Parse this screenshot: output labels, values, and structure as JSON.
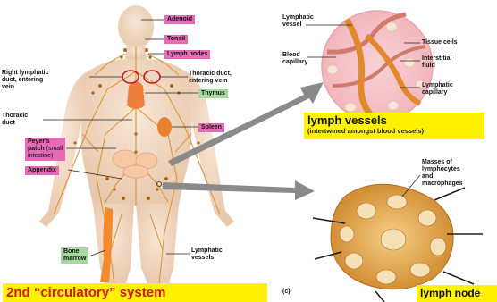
{
  "left_figure": {
    "labels_pink": {
      "adenoid": "Adenoid",
      "tonsil": "Tonsil",
      "lymph_nodes": "Lymph nodes",
      "spleen": "Spleen",
      "peyers_patch_title": "Peyer's",
      "peyers_patch_title2": "patch",
      "peyers_patch_sub": "(small",
      "peyers_patch_sub2": "intestine)",
      "appendix": "Appendix"
    },
    "labels_green": {
      "thymus": "Thymus",
      "bone_marrow_1": "Bone",
      "bone_marrow_2": "marrow"
    },
    "labels_plain": {
      "right_lymphatic_1": "Right lymphatic",
      "right_lymphatic_2": "duct, entering",
      "right_lymphatic_3": "vein",
      "thoracic_duct_entering_1": "Thoracic duct,",
      "thoracic_duct_entering_2": "entering vein",
      "thoracic_duct_1": "Thoracic",
      "thoracic_duct_2": "duct",
      "lymphatic_vessels_1": "Lymphatic",
      "lymphatic_vessels_2": "vessels"
    }
  },
  "vessel_figure": {
    "lymphatic_vessel_1": "Lymphatic",
    "lymphatic_vessel_2": "vessel",
    "blood_capillary_1": "Blood",
    "blood_capillary_2": "capillary",
    "tissue_cells": "Tissue cells",
    "interstitial_fluid_1": "Interstitial",
    "interstitial_fluid_2": "fluid",
    "lymphatic_capillary_1": "Lymphatic",
    "lymphatic_capillary_2": "capillary",
    "caption_title": "lymph vessels",
    "caption_sub": "(intertwined amongst blood vessels)"
  },
  "node_figure": {
    "masses_1": "Masses of",
    "masses_2": "lymphocytes",
    "masses_3": "and",
    "masses_4": "macrophages",
    "panel_label": "(c)",
    "caption": "lymph node"
  },
  "bottom_caption": "2nd “circulatory” system",
  "colors": {
    "pink_label": "#e66ab7",
    "green_label": "#a6d9a2",
    "yellow_caption": "#fff200",
    "red_text": "#d5161b",
    "lymph_vessel": "#d4912e",
    "skin": "#f3ddcb",
    "arrow_gray": "#8a8a8a"
  }
}
